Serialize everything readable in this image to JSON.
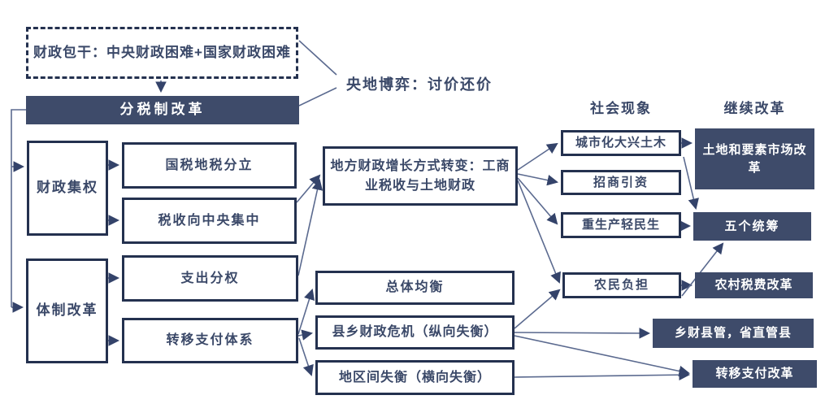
{
  "colors": {
    "dark_fill": "#3e4b6a",
    "box_border": "#24314f",
    "arrow_line": "#5b6a8f",
    "arrow_head": "#34436a",
    "text_dark": "#3a4868",
    "text_light": "#ffffff",
    "background": "#ffffff"
  },
  "headers": {
    "social_phenomena": "社会现象",
    "continued_reform": "继续改革"
  },
  "nodes": {
    "fiscal_contracting": "财政包干：中央财政困难+国家财政困难",
    "tax_sharing_reform": "分税制改革",
    "bargaining_note": "央地博弈：讨价还价",
    "fiscal_centralization": "财政集权",
    "system_reform": "体制改革",
    "national_local_tax_split": "国税地税分立",
    "tax_to_central": "税收向中央集中",
    "expenditure_decentralization": "支出分权",
    "transfer_payment_system": "转移支付体系",
    "local_fiscal_growth_shift": "地方财政增长方式转变：工商业税收与土地财政",
    "overall_balance": "总体均衡",
    "county_fiscal_crisis": "县乡财政危机（纵向失衡）",
    "regional_imbalance": "地区间失衡（横向失衡）",
    "urbanization": "城市化大兴土木",
    "investment_attraction": "招商引资",
    "production_over_livelihood": "重生产轻民生",
    "farmer_burden": "农民负担",
    "land_factor_market_reform": "土地和要素市场改革",
    "five_coordinations": "五个统筹",
    "rural_tax_fee_reform": "农村税费改革",
    "township_finance_management": "乡财县管，省直管县",
    "transfer_payment_reform": "转移支付改革"
  }
}
